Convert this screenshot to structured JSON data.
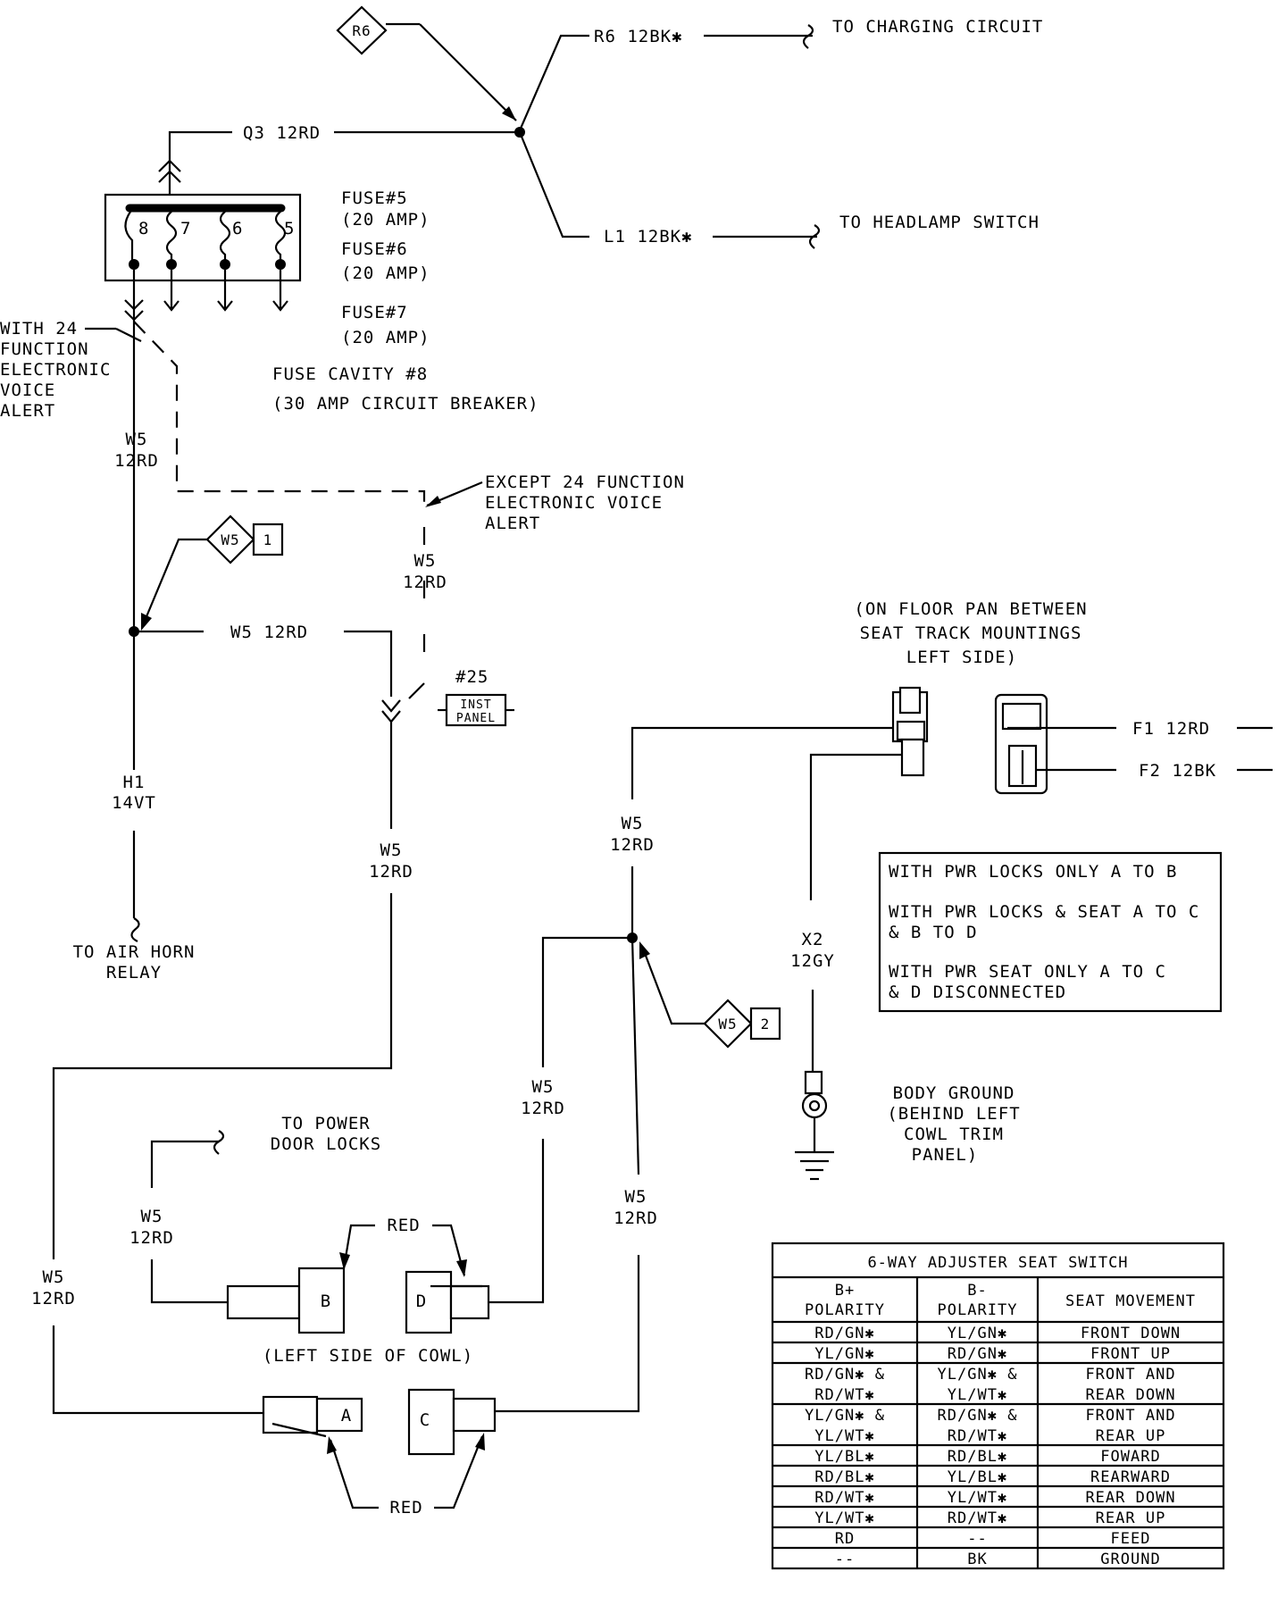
{
  "top": {
    "r6_tag": "R6",
    "r6_wire": "R6 12BK✱",
    "to_charging": "TO CHARGING CIRCUIT",
    "l1_wire": "L1 12BK✱",
    "to_headlamp": "TO HEADLAMP SWITCH",
    "q3_wire": "Q3 12RD"
  },
  "fuse_block": {
    "cavities": [
      "8",
      "7",
      "6",
      "5"
    ],
    "fuse5_a": "FUSE#5",
    "fuse5_b": "(20 AMP)",
    "fuse6_a": "FUSE#6",
    "fuse6_b": "(20 AMP)",
    "fuse7_a": "FUSE#7",
    "fuse7_b": "(20 AMP)",
    "cavity8_a": "FUSE CAVITY #8",
    "cavity8_b": "(30 AMP CIRCUIT BREAKER)"
  },
  "options": {
    "with24": [
      "WITH 24",
      "FUNCTION",
      "ELECTRONIC",
      "VOICE",
      "ALERT"
    ],
    "except24": [
      "EXCEPT 24 FUNCTION",
      "ELECTRONIC VOICE",
      "ALERT"
    ]
  },
  "wires": {
    "w5": "W5",
    "rd12": "12RD",
    "w5_12rd": "W5 12RD",
    "h1": "H1",
    "vt14": "14VT",
    "x2": "X2",
    "gy12": "12GY",
    "f1": "F1 12RD",
    "f2": "F2 12BK"
  },
  "splices": {
    "w5": "W5",
    "one": "1",
    "two": "2"
  },
  "connector25": {
    "num": "#25",
    "l1": "INST",
    "l2": "PANEL"
  },
  "destinations": {
    "air_horn": [
      "TO AIR HORN",
      "RELAY"
    ],
    "door_locks": [
      "TO POWER",
      "DOOR LOCKS"
    ]
  },
  "floor_note": [
    "(ON FLOOR PAN BETWEEN",
    "SEAT TRACK MOUNTINGS",
    "LEFT SIDE)"
  ],
  "ground_note": [
    "BODY GROUND",
    "(BEHIND LEFT",
    "COWL TRIM",
    "PANEL)"
  ],
  "notes_box": [
    "WITH PWR LOCKS ONLY A TO B",
    "WITH PWR LOCKS & SEAT A TO C",
    "& B TO D",
    "WITH PWR SEAT ONLY A TO C",
    "& D DISCONNECTED"
  ],
  "cowl": {
    "label": "(LEFT SIDE OF COWL)",
    "red": "RED",
    "a": "A",
    "b": "B",
    "c": "C",
    "d": "D"
  },
  "seat_table": {
    "title": "6-WAY ADJUSTER SEAT SWITCH",
    "headers": [
      [
        "B+",
        "POLARITY"
      ],
      [
        "B-",
        "POLARITY"
      ],
      [
        "SEAT MOVEMENT"
      ]
    ],
    "rows": [
      [
        [
          "RD/GN✱"
        ],
        [
          "YL/GN✱"
        ],
        [
          "FRONT DOWN"
        ]
      ],
      [
        [
          "YL/GN✱"
        ],
        [
          "RD/GN✱"
        ],
        [
          "FRONT UP"
        ]
      ],
      [
        [
          "RD/GN✱ &",
          "RD/WT✱"
        ],
        [
          "YL/GN✱ &",
          "YL/WT✱"
        ],
        [
          "FRONT AND",
          "REAR DOWN"
        ]
      ],
      [
        [
          "YL/GN✱ &",
          "YL/WT✱"
        ],
        [
          "RD/GN✱ &",
          "RD/WT✱"
        ],
        [
          "FRONT AND",
          "REAR UP"
        ]
      ],
      [
        [
          "YL/BL✱"
        ],
        [
          "RD/BL✱"
        ],
        [
          "FOWARD"
        ]
      ],
      [
        [
          "RD/BL✱"
        ],
        [
          "YL/BL✱"
        ],
        [
          "REARWARD"
        ]
      ],
      [
        [
          "RD/WT✱"
        ],
        [
          "YL/WT✱"
        ],
        [
          "REAR DOWN"
        ]
      ],
      [
        [
          "YL/WT✱"
        ],
        [
          "RD/WT✱"
        ],
        [
          "REAR UP"
        ]
      ],
      [
        [
          "RD"
        ],
        [
          "--"
        ],
        [
          "FEED"
        ]
      ],
      [
        [
          "--"
        ],
        [
          "BK"
        ],
        [
          "GROUND"
        ]
      ]
    ]
  }
}
